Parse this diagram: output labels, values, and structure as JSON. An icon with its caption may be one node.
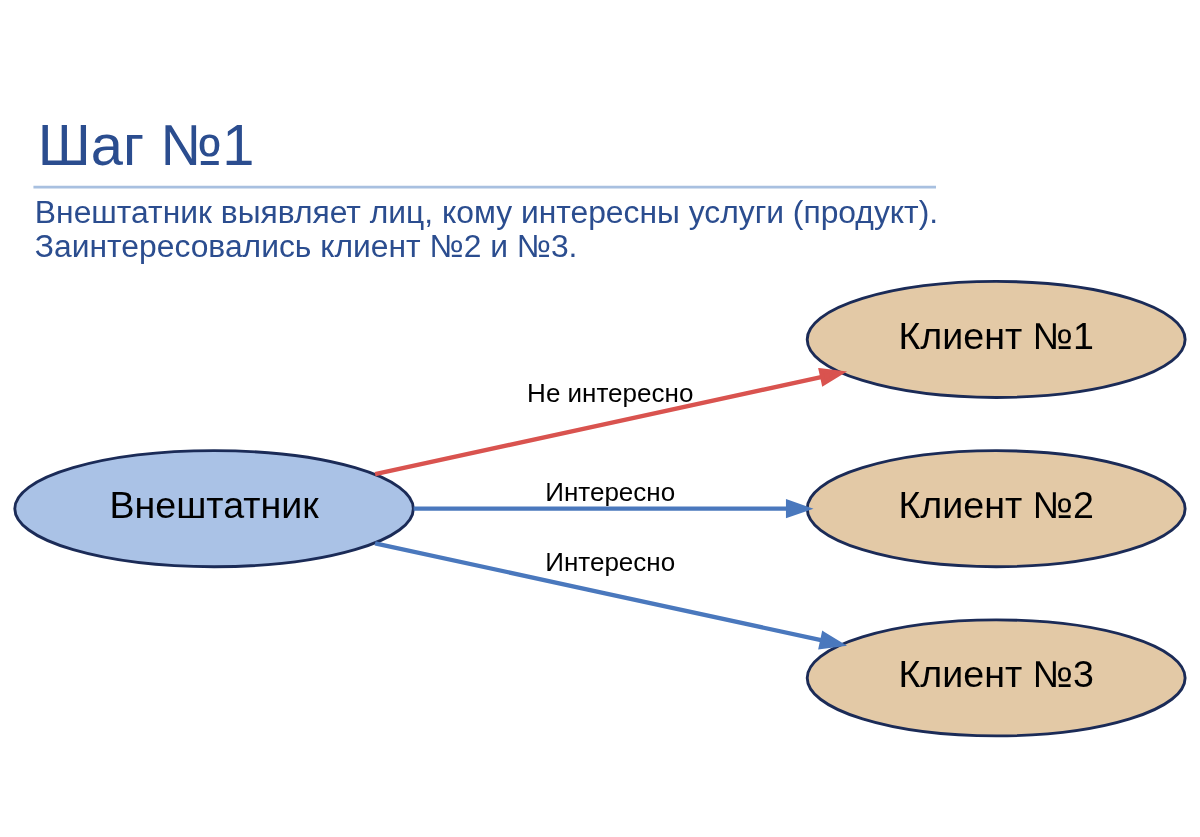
{
  "diagram": {
    "title": "Шаг №1",
    "caption": "Внештатник выявляет лиц, кому интересны услуги (продукт). Заинтересовались клиент №2 и №3.",
    "nodes": [
      {
        "text": [
          "Внештатник"
        ]
      },
      {
        "text": [
          "Клиент №1"
        ]
      },
      {
        "text": [
          "Клиент №2"
        ]
      },
      {
        "text": [
          "Клиент №3"
        ]
      }
    ],
    "edges": [
      {
        "from": 0,
        "to": 1,
        "arrow": "to",
        "label": "Не интересно",
        "color": "#d9534f"
      },
      {
        "from": 0,
        "to": 2,
        "arrow": "to",
        "label": "Интересно"
      },
      {
        "from": 0,
        "to": 3,
        "arrow": "to",
        "label": "Интересно"
      }
    ]
  }
}
